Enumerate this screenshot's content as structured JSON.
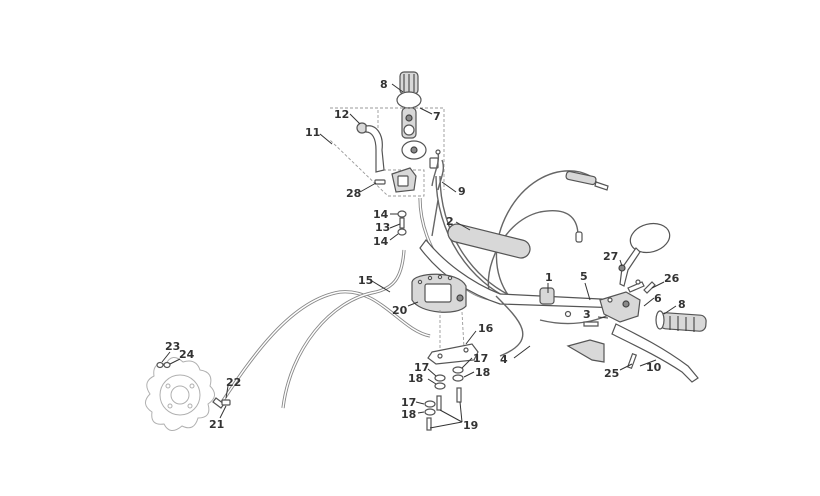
{
  "labels": [
    {
      "id": "l1",
      "text": "1"
    },
    {
      "id": "l2",
      "text": "2"
    },
    {
      "id": "l3",
      "text": "3"
    },
    {
      "id": "l4",
      "text": "4"
    },
    {
      "id": "l5",
      "text": "5"
    },
    {
      "id": "l6",
      "text": "6"
    },
    {
      "id": "l7",
      "text": "7"
    },
    {
      "id": "l8a",
      "text": "8"
    },
    {
      "id": "l8b",
      "text": "8"
    },
    {
      "id": "l9",
      "text": "9"
    },
    {
      "id": "l10",
      "text": "10"
    },
    {
      "id": "l11",
      "text": "11"
    },
    {
      "id": "l12",
      "text": "12"
    },
    {
      "id": "l13",
      "text": "13"
    },
    {
      "id": "l14a",
      "text": "14"
    },
    {
      "id": "l14b",
      "text": "14"
    },
    {
      "id": "l15",
      "text": "15"
    },
    {
      "id": "l16",
      "text": "16"
    },
    {
      "id": "l17a",
      "text": "17"
    },
    {
      "id": "l17b",
      "text": "17"
    },
    {
      "id": "l17c",
      "text": "17"
    },
    {
      "id": "l18a",
      "text": "18"
    },
    {
      "id": "l18b",
      "text": "18"
    },
    {
      "id": "l18c",
      "text": "18"
    },
    {
      "id": "l19",
      "text": "19"
    },
    {
      "id": "l20",
      "text": "20"
    },
    {
      "id": "l21",
      "text": "21"
    },
    {
      "id": "l22",
      "text": "22"
    },
    {
      "id": "l23",
      "text": "23"
    },
    {
      "id": "l24",
      "text": "24"
    },
    {
      "id": "l25",
      "text": "25"
    },
    {
      "id": "l26",
      "text": "26"
    },
    {
      "id": "l27",
      "text": "27"
    },
    {
      "id": "l28",
      "text": "28"
    }
  ]
}
